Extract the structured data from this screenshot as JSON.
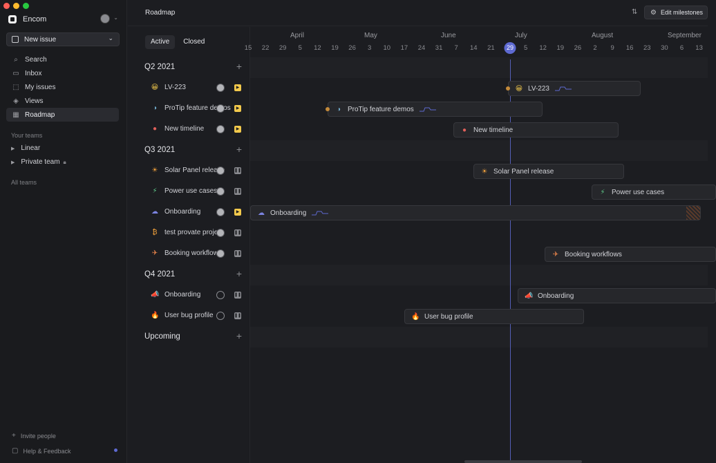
{
  "app": {
    "workspace": "Encom",
    "page_title": "Roadmap",
    "edit_milestones": "Edit milestones"
  },
  "sidebar": {
    "new_issue": "New issue",
    "nav": [
      {
        "label": "Search",
        "icon": "search-icon"
      },
      {
        "label": "Inbox",
        "icon": "inbox-icon"
      },
      {
        "label": "My issues",
        "icon": "my-issues-icon"
      },
      {
        "label": "Views",
        "icon": "views-icon"
      },
      {
        "label": "Roadmap",
        "icon": "roadmap-icon"
      }
    ],
    "your_teams": "Your teams",
    "teams": [
      "Linear",
      "Private team"
    ],
    "all_teams": "All teams",
    "invite": "Invite people",
    "help": "Help & Feedback"
  },
  "tabs": [
    "Active",
    "Closed"
  ],
  "groups": [
    "Q2 2021",
    "Q3 2021",
    "Q4 2021",
    "Upcoming"
  ],
  "projects": [
    {
      "name": "LV-223",
      "icon": "😀",
      "status": "yellow",
      "avatar": "photo"
    },
    {
      "name": "ProTip feature demos",
      "icon": "◑",
      "status": "yellow",
      "avatar": "photo"
    },
    {
      "name": "New timeline",
      "icon": "●",
      "status": "yellow",
      "avatar": "photo"
    },
    {
      "name": "Solar Panel release",
      "icon": "☀",
      "status": "gray",
      "avatar": "photo"
    },
    {
      "name": "Power use cases",
      "icon": "⚡",
      "status": "gray",
      "avatar": "photo"
    },
    {
      "name": "Onboarding",
      "icon": "☁",
      "status": "yellow",
      "avatar": "photo"
    },
    {
      "name": "test provate project",
      "icon": "₿",
      "status": "gray",
      "avatar": "photo"
    },
    {
      "name": "Booking workflows",
      "icon": "✈",
      "status": "gray",
      "avatar": "photo"
    },
    {
      "name": "Onboarding",
      "icon": "📣",
      "status": "gray",
      "avatar": "empty"
    },
    {
      "name": "User bug profile",
      "icon": "🔥",
      "status": "gray",
      "avatar": "empty"
    }
  ],
  "timeline": {
    "months": [
      "April",
      "May",
      "June",
      "July",
      "August",
      "September"
    ],
    "days": [
      "15",
      "22",
      "29",
      "5",
      "12",
      "19",
      "26",
      "3",
      "10",
      "17",
      "24",
      "31",
      "7",
      "14",
      "21",
      "29",
      "5",
      "12",
      "19",
      "26",
      "2",
      "9",
      "16",
      "23",
      "30",
      "6",
      "13"
    ],
    "today": "29",
    "bars": [
      "LV-223",
      "ProTip feature demos",
      "New timeline",
      "Solar Panel release",
      "Power use cases",
      "Onboarding",
      "Booking workflows",
      "Onboarding",
      "User bug profile"
    ]
  },
  "colors": {
    "accent": "#5e6ad2",
    "status_yellow": "#f2c94c",
    "background": "#1c1d21"
  }
}
